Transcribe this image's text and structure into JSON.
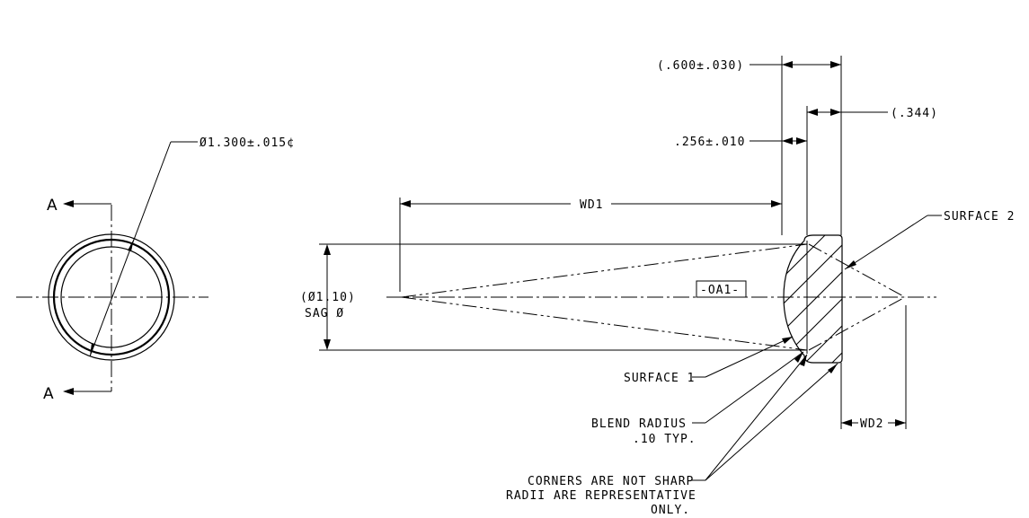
{
  "section_view": {
    "section_label_top": "A",
    "section_label_bottom": "A",
    "diameter_callout": "Ø1.300±.015¢"
  },
  "lens_view": {
    "dim_overall_thickness": "(.600±.030)",
    "dim_right_offset": "(.344)",
    "dim_edge_thickness": ".256±.010",
    "dim_wd1": "WD1",
    "dim_wd2": "WD2",
    "sag_diameter_line1": "(Ø1.10)",
    "sag_diameter_line2": "SAG Ø",
    "optical_axis_label": "-OA1-",
    "surface_2": "SURFACE 2",
    "surface_1": "SURFACE 1",
    "blend_radius_line1": "BLEND  RADIUS",
    "blend_radius_line2": ".10 TYP.",
    "corners_note_line1": "CORNERS ARE NOT SHARP",
    "corners_note_line2": "RADII ARE REPRESENTATIVE",
    "corners_note_line3": "ONLY."
  }
}
